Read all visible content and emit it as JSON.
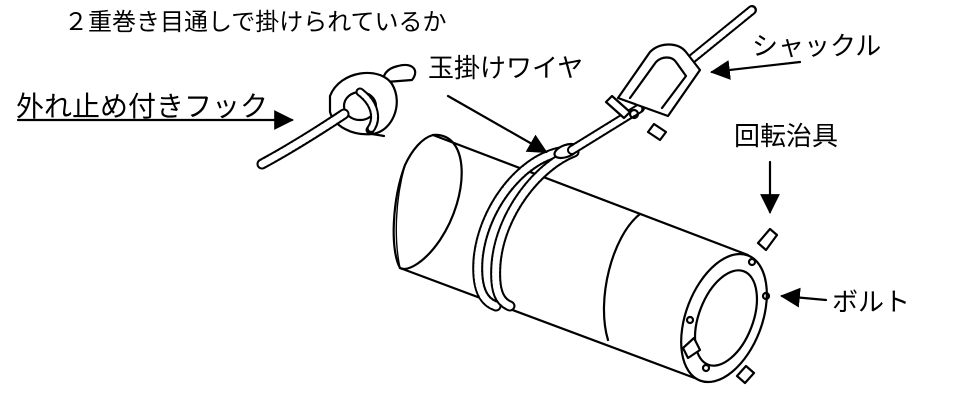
{
  "title": "２重巻き目通しで掛けられているか",
  "labels": {
    "hook": "外れ止め付きフック",
    "wire": "玉掛けワイヤ",
    "shackle": "シャックル",
    "jig": "回転治具",
    "bolt": "ボルト"
  },
  "colors": {
    "line": "#000000",
    "background": "#ffffff"
  },
  "icons": [
    "hook-icon",
    "shackle-icon",
    "sling-wire-icon",
    "cylinder-pipe-icon",
    "rotating-jig-icon",
    "bolt-icon"
  ]
}
